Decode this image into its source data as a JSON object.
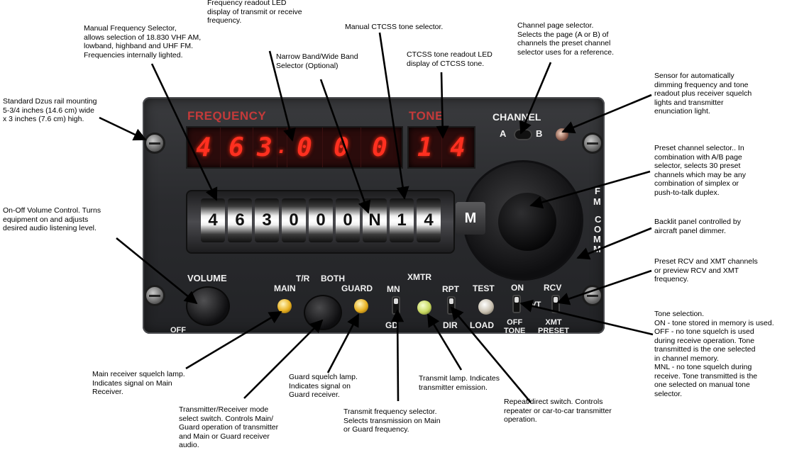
{
  "panel": {
    "frequency_label": "FREQUENCY",
    "tone_label": "TONE",
    "channel_label": "CHANNEL",
    "channel_a": "A",
    "channel_b": "B",
    "frequency_led_digits": [
      "4",
      "6",
      "3",
      ".",
      "0",
      "0",
      "0"
    ],
    "tone_led_digits": [
      "1",
      "4"
    ],
    "wheel_digits": [
      "4",
      "6",
      "3",
      "0",
      "0",
      "0",
      "N",
      "1",
      "4"
    ],
    "selector_m": "M",
    "side_letters": [
      "F",
      "M",
      "C",
      "O",
      "M",
      "M"
    ],
    "volume_label": "VOLUME",
    "off_label": "OFF",
    "tr_label": "T/R",
    "both_label": "BOTH",
    "main_label": "MAIN",
    "guard_label": "GUARD",
    "xmtr_label": "XMTR",
    "mn_label": "MN",
    "gd_label": "GD",
    "rpt_label": "RPT",
    "dir_label": "DIR",
    "test_label": "TEST",
    "load_label": "LOAD",
    "on_label": "ON",
    "off_tone_label": "OFF\nTONE",
    "rcv_label": "RCV",
    "xmt_preset_label": "XMT\nPRESET",
    "pvt_label": "PVT",
    "colors": {
      "led_red": "#ff3020",
      "lamp_amber": "#e8b020",
      "lamp_green": "#c8d860",
      "label_red": "#c43a3a"
    }
  },
  "annotations": {
    "frequency_readout": "Frequency readout LED\ndisplay of transmit or receive\nfrequency.",
    "manual_frequency": "Manual Frequency Selector,\nallows selection of 18.830 VHF AM,\nlowband, highband and UHF FM.\nFrequencies internally lighted.",
    "manual_ctcss": "Manual CTCSS tone selector.",
    "narrow_wide": "Narrow Band/Wide Band\nSelector (Optional)",
    "ctcss_readout": "CTCSS tone readout LED\ndisplay of CTCSS tone.",
    "channel_page": "Channel page selector.\nSelects the page (A or B) of\nchannels the preset channel\nselector uses for a reference.",
    "sensor": "Sensor for automatically\ndimming frequency and tone\nreadout plus receiver squelch\nlights and transmitter\nenunciation light.",
    "dzus_rail": "Standard Dzus rail mounting\n5-3/4 inches (14.6 cm) wide\nx 3 inches (7.6 cm) high.",
    "preset_channel": "Preset channel selector..  In\ncombination with A/B page\nselector, selects 30 preset\nchannels which may be any\ncombination of simplex or\npush-to-talk duplex.",
    "volume": "On-Off Volume Control.  Turns\nequipment on and adjusts\ndesired audio listening level.",
    "backlit": "Backlit panel controlled by\naircraft panel dimmer.",
    "preset_rcv_xmt": "Preset RCV and XMT channels\nor preview RCV and XMT\nfrequency.",
    "tone_selection": "Tone selection.\nON - tone stored in memory is used.\nOFF - no tone squelch is used\nduring receive operation.  Tone\ntransmitted is the one selected\nin channel memory.\nMNL - no tone squelch during\nreceive.  Tone transmitted is the\none selected on manual tone\nselector.",
    "main_squelch": "Main receiver squelch lamp.\nIndicates signal on Main\nReceiver.",
    "guard_squelch": "Guard squelch lamp.\nIndicates signal on\nGuard receiver.",
    "transmit_lamp": "Transmit lamp.  Indicates\ntransmitter emission.",
    "tr_mode": "Transmitter/Receiver mode\nselect switch.  Controls Main/\nGuard operation of transmitter\nand Main or Guard receiver\naudio.",
    "transmit_freq": "Transmit frequency selector.\nSelects transmission on Main\nor Guard frequency.",
    "repeat_direct": "Repeat/direct switch.  Controls\nrepeater or car-to-car transmitter\noperation."
  }
}
